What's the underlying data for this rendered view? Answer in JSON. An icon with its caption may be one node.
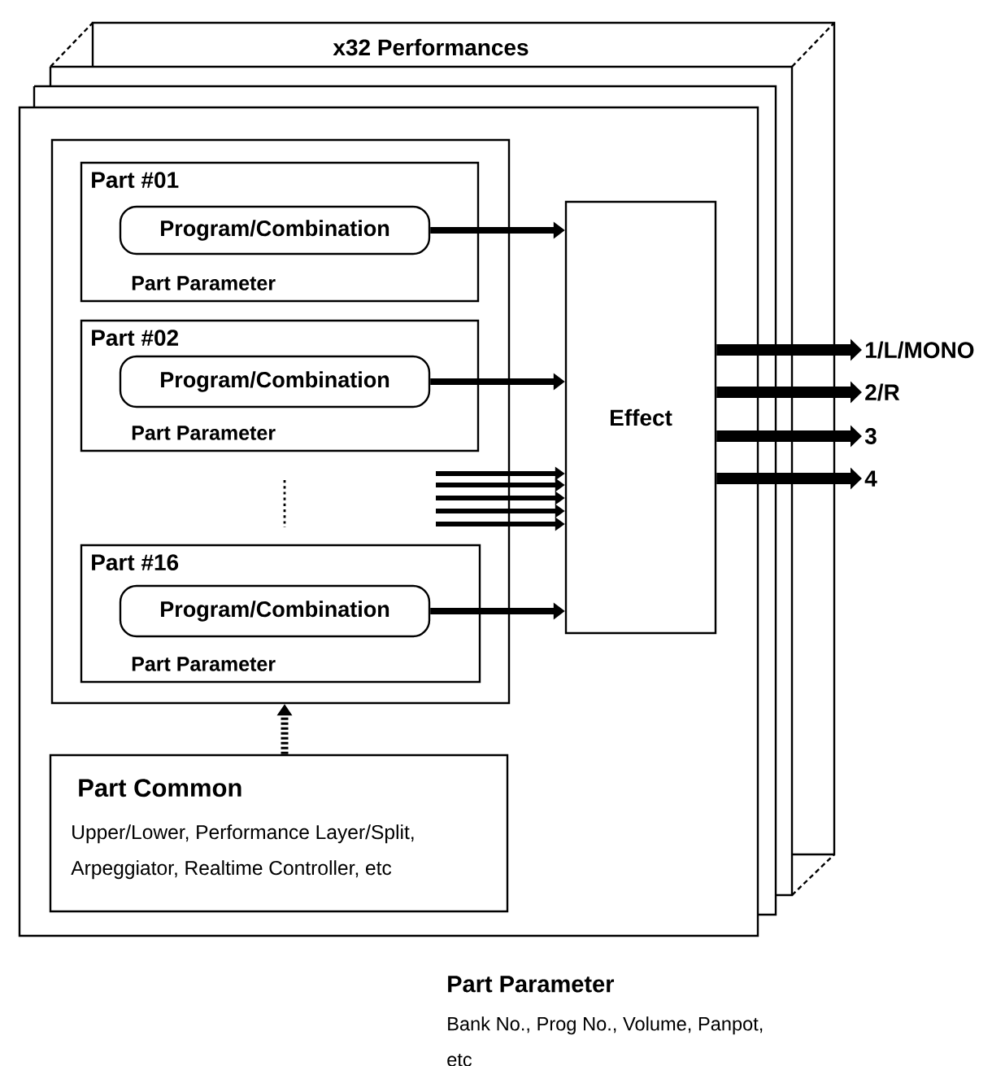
{
  "diagram": {
    "nodes": [
      {
        "text": [
          "x32 Performances"
        ]
      },
      {
        "text": [],
        "shape": "box",
        "in": 0
      },
      {
        "text": [
          "Part #01",
          "Part Parameter"
        ],
        "in": 1
      },
      {
        "text": [
          "Program/Combination"
        ],
        "in": 2
      },
      {
        "text": [
          "Part #02",
          "Part Parameter"
        ],
        "in": 1
      },
      {
        "text": [
          "Program/Combination"
        ],
        "in": 4
      },
      {
        "text": [
          "Part #16",
          "Part Parameter"
        ],
        "in": 1
      },
      {
        "text": [
          "Program/Combination"
        ],
        "in": 6
      },
      {
        "text": [
          "Effect"
        ],
        "in": 0
      },
      {
        "text": [
          "Part Common",
          "Upper/Lower, Performance Layer/Split, Arpeggiator, Realtime Controller, etc"
        ],
        "in": 0
      },
      {
        "text": [
          "1/L/MONO"
        ]
      },
      {
        "text": [
          "2/R"
        ]
      },
      {
        "text": [
          "3"
        ]
      },
      {
        "text": [
          "4"
        ]
      }
    ],
    "edges": [
      {
        "from": 3,
        "to": 8,
        "arrow": "to"
      },
      {
        "from": 5,
        "to": 8,
        "arrow": "to"
      },
      {
        "from": null,
        "to": 8,
        "arrow": "to"
      },
      {
        "from": null,
        "to": 8,
        "arrow": "to"
      },
      {
        "from": null,
        "to": 8,
        "arrow": "to"
      },
      {
        "from": null,
        "to": 8,
        "arrow": "to"
      },
      {
        "from": null,
        "to": 8,
        "arrow": "to"
      },
      {
        "from": 7,
        "to": 8,
        "arrow": "to"
      },
      {
        "from": 9,
        "to": 1,
        "arrow": "to",
        "style": "dashed"
      },
      {
        "from": 8,
        "to": 10,
        "arrow": "to"
      },
      {
        "from": 8,
        "to": 11,
        "arrow": "to"
      },
      {
        "from": 8,
        "to": 12,
        "arrow": "to"
      },
      {
        "from": 8,
        "to": 13,
        "arrow": "to"
      }
    ],
    "labels": [
      "Part Parameter",
      "Bank No., Prog No., Volume, Panpot, etc"
    ]
  }
}
